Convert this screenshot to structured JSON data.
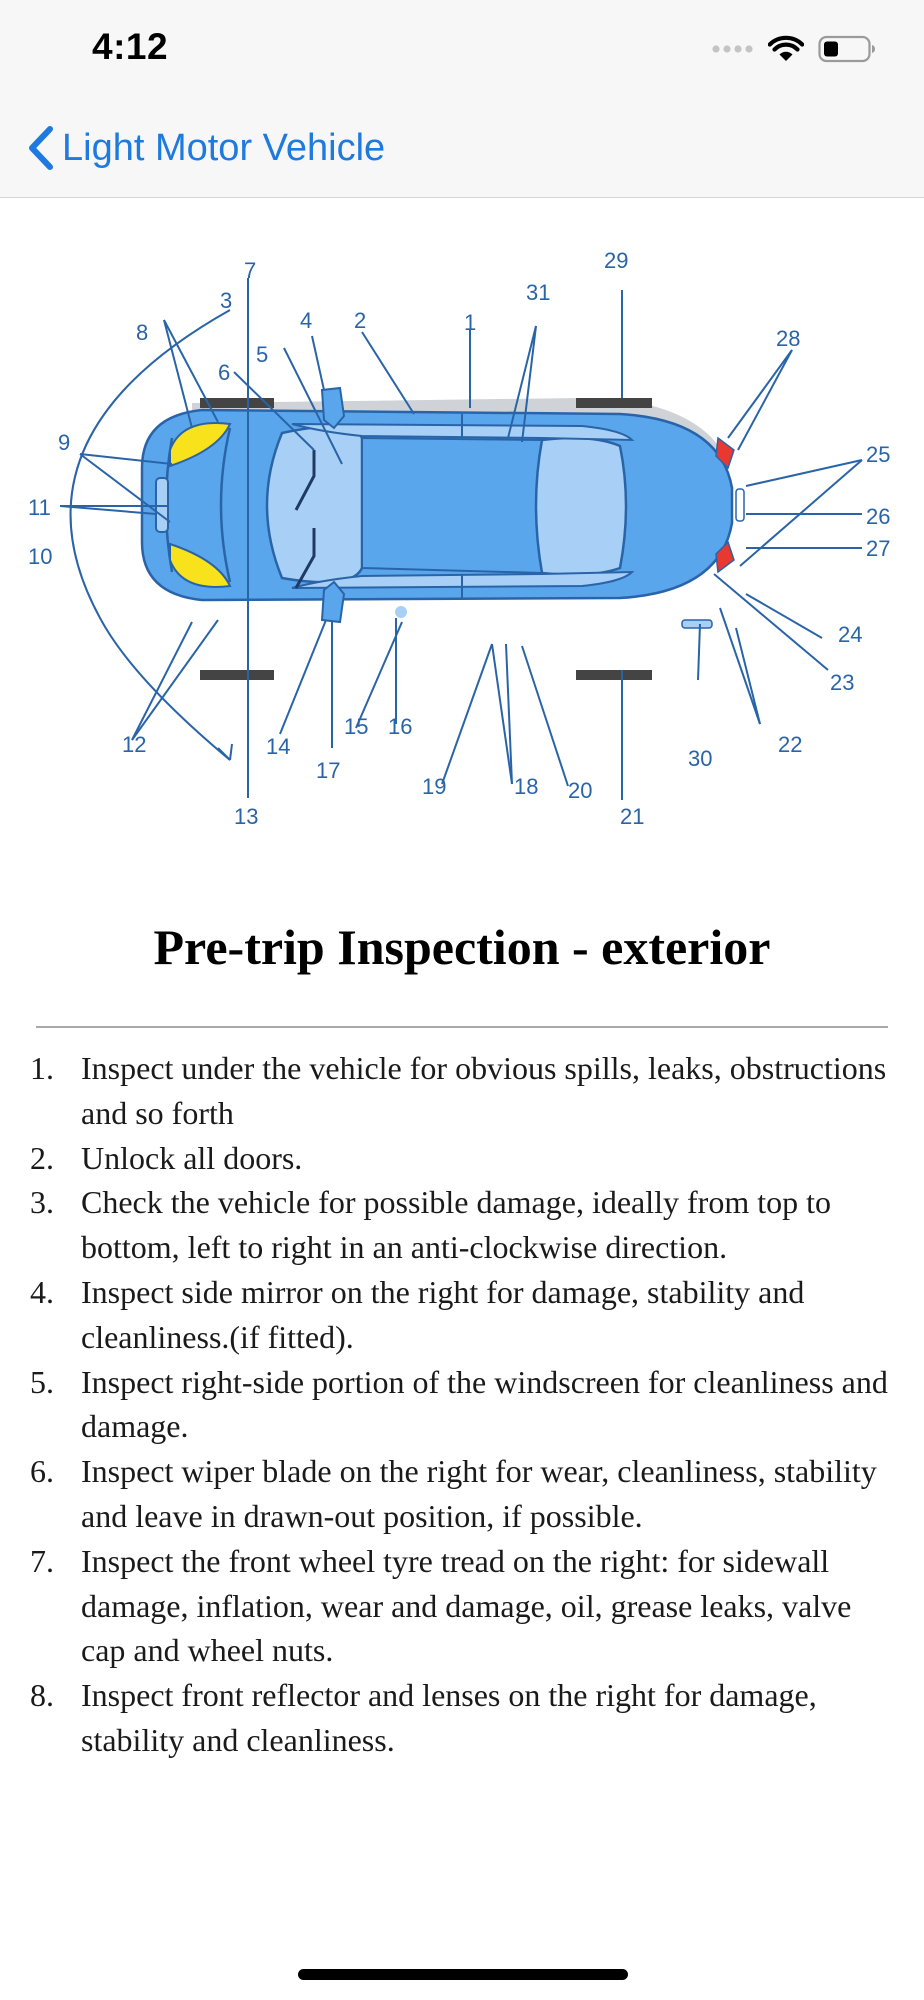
{
  "status_bar": {
    "time": "4:12"
  },
  "nav": {
    "back_label": "Light Motor Vehicle"
  },
  "diagram": {
    "callouts": [
      "1",
      "2",
      "3",
      "4",
      "5",
      "6",
      "7",
      "8",
      "9",
      "10",
      "11",
      "12",
      "13",
      "14",
      "15",
      "16",
      "17",
      "18",
      "19",
      "20",
      "21",
      "22",
      "23",
      "24",
      "25",
      "26",
      "27",
      "28",
      "29",
      "30",
      "31"
    ]
  },
  "content": {
    "title": "Pre-trip Inspection - exterior",
    "steps": [
      {
        "num": "1.",
        "text": "Inspect under the vehicle for obvious spills, leaks, obstructions and so forth"
      },
      {
        "num": "2.",
        "text": "Unlock all doors."
      },
      {
        "num": "3.",
        "text": "Check the vehicle for possible damage, ideally from top to bottom, left to right in an anti-clockwise direction."
      },
      {
        "num": "4.",
        "text": "Inspect side mirror on the right for damage, stability and cleanliness.(if fitted)."
      },
      {
        "num": "5.",
        "text": "Inspect right-side portion of the windscreen for cleanliness and damage."
      },
      {
        "num": "6.",
        "text": "Inspect wiper blade on the right for wear, cleanliness, stability and leave in drawn-out position, if possible."
      },
      {
        "num": "7.",
        "text": "Inspect the front wheel tyre tread on the right: for sidewall damage, inflation, wear and damage, oil, grease leaks, valve cap and wheel nuts."
      },
      {
        "num": "8.",
        "text": "Inspect front reflector and lenses on the right for damage, stability and cleanliness."
      }
    ]
  },
  "colors": {
    "accent": "#1f7ae0",
    "car_body": "#5aa6ec",
    "glass": "#a8d0f6",
    "headlight": "#f7e21c",
    "taillight": "#e8382f",
    "callout": "#2a64a8"
  },
  "icons": [
    "chevron-left-icon",
    "signal-icon",
    "wifi-icon",
    "battery-icon"
  ]
}
